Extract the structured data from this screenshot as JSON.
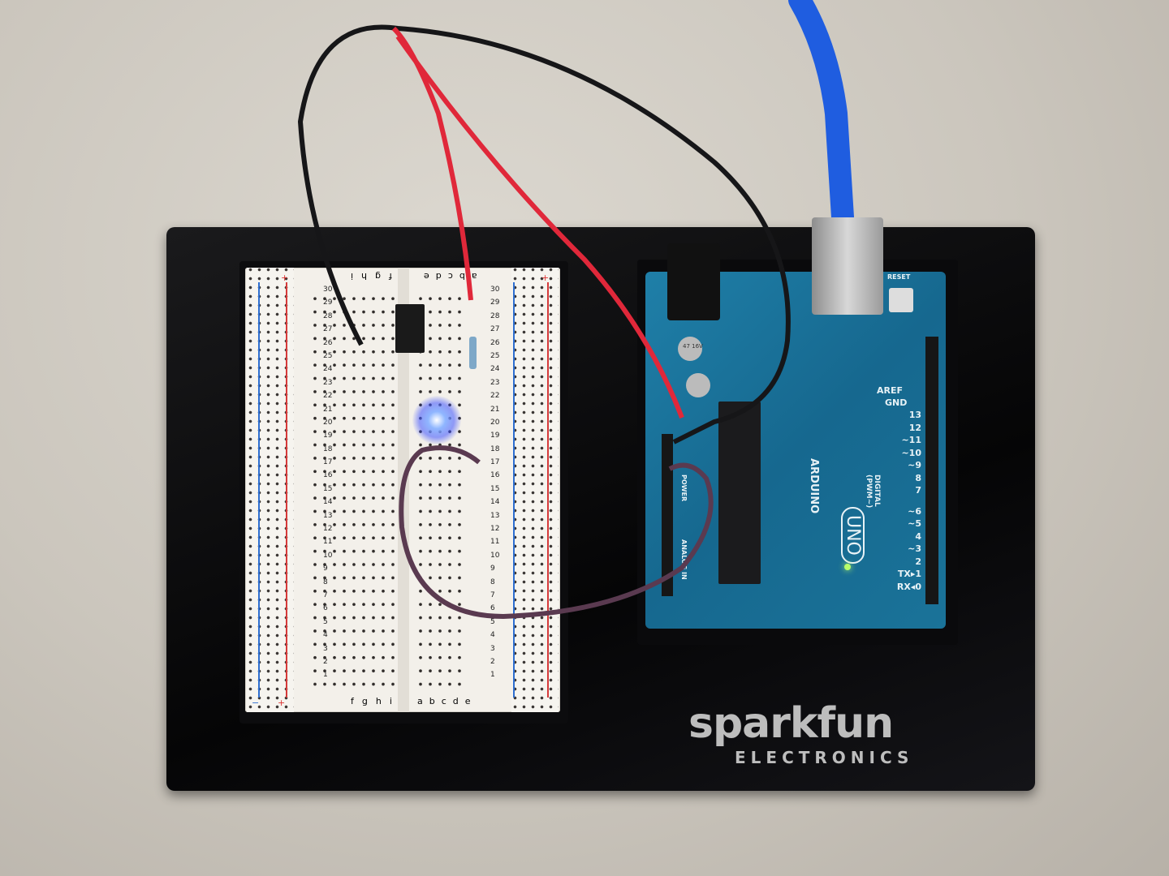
{
  "scene": {
    "colors": {
      "table": "#cbc6bd",
      "base": "#0b0b0d",
      "breadboard": "#f3f0ea",
      "arduino": "#1a7399",
      "led_glow": "#6a7dff",
      "wire_red": "#e0283a",
      "wire_black": "#141418",
      "wire_purple": "#5a3a50",
      "usb_cable": "#1f5de0"
    }
  },
  "breadboard": {
    "rail_plus": "+",
    "rail_minus": "−",
    "left_columns": [
      "f",
      "g",
      "h",
      "i"
    ],
    "right_columns": [
      "a",
      "b",
      "c",
      "d",
      "e"
    ],
    "rows": [
      "1",
      "2",
      "3",
      "4",
      "5",
      "6",
      "7",
      "8",
      "9",
      "10",
      "11",
      "12",
      "13",
      "14",
      "15",
      "16",
      "17",
      "18",
      "19",
      "20",
      "21",
      "22",
      "23",
      "24",
      "25",
      "26",
      "27",
      "28",
      "29",
      "30"
    ]
  },
  "arduino": {
    "brand": "ARDUINO",
    "model": "UNO",
    "reset": "RESET",
    "aref": "AREF",
    "gnd": "GND",
    "pins": [
      "13",
      "12",
      "~11",
      "~10",
      "~9",
      "8",
      "7",
      "~6",
      "~5",
      "4",
      "~3",
      "2",
      "TX▸1",
      "RX◂0"
    ],
    "digital_label": "DIGITAL (PWM~)",
    "analog_label": "ANALOG IN",
    "power_label": "POWER",
    "capacitor": "47 16V"
  },
  "logo": {
    "name": "sparkfun",
    "sub": "ELECTRONICS"
  }
}
